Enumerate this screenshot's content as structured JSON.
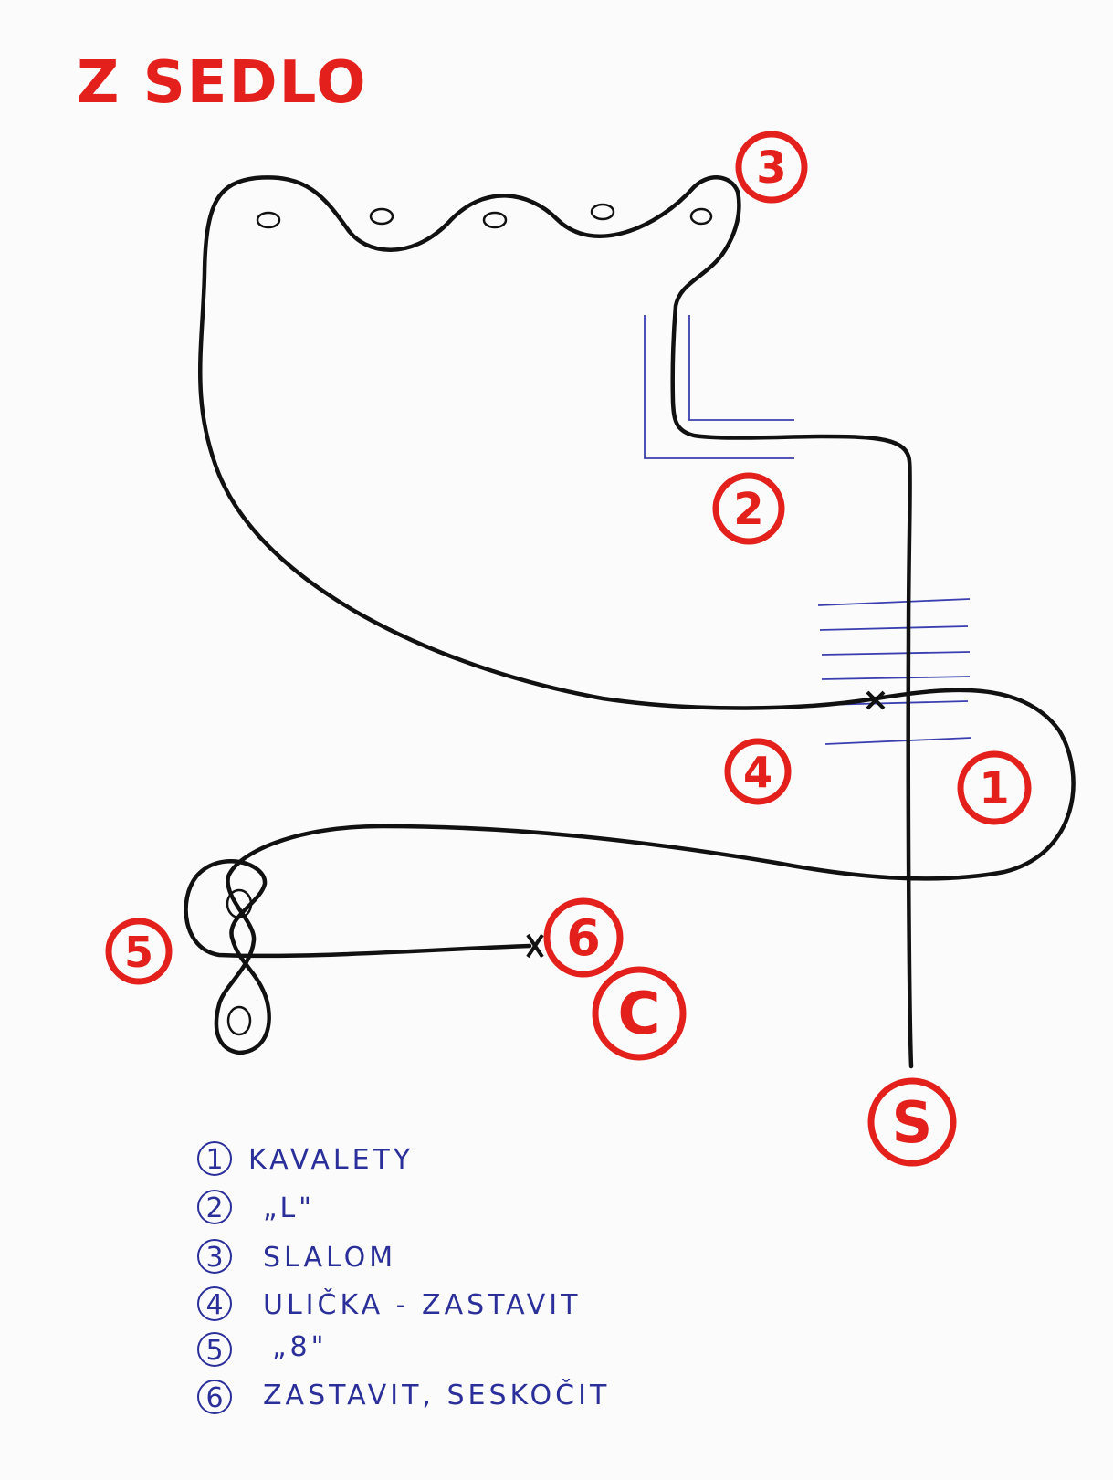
{
  "title": "Z SEDLO",
  "markers": {
    "m1": "1",
    "m2": "2",
    "m3": "3",
    "m4": "4",
    "m5": "5",
    "m6": "6",
    "start": "S",
    "finish": "C"
  },
  "legend": [
    {
      "num": "1",
      "text": "KAVALETY"
    },
    {
      "num": "2",
      "text": "„L\""
    },
    {
      "num": "3",
      "text": "SLALOM"
    },
    {
      "num": "4",
      "text": "ULIČKA - ZASTAVIT"
    },
    {
      "num": "5",
      "text": "„8\""
    },
    {
      "num": "6",
      "text": "ZASTAVIT, SESKOČIT"
    }
  ],
  "colors": {
    "marker": "#e3201b",
    "track": "#111111",
    "obstacle": "#3a3fb0"
  }
}
